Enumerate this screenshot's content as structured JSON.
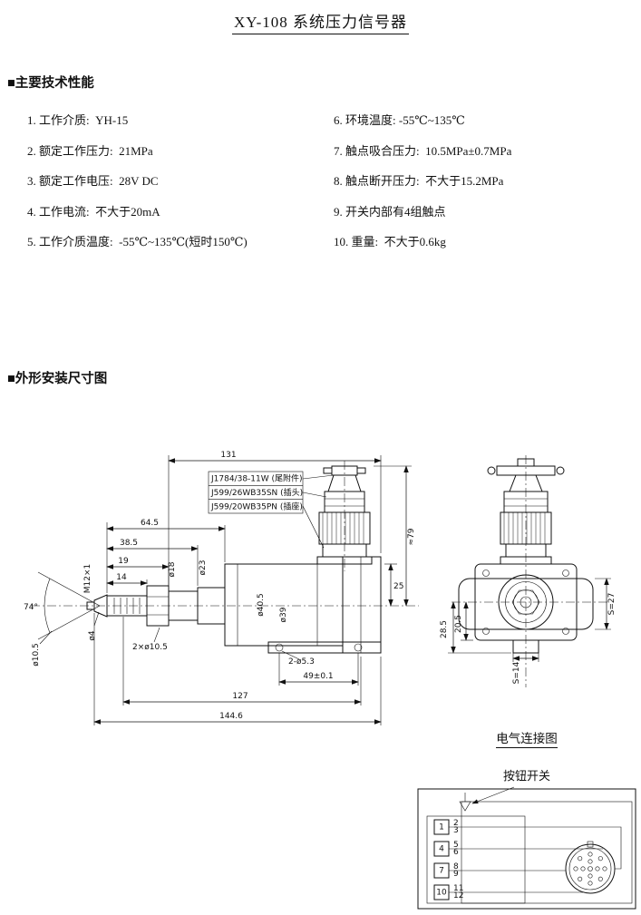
{
  "title": "XY-108 系统压力信号器",
  "specs": {
    "heading": "■主要技术性能",
    "left": [
      "1. 工作介质:  YH-15",
      "2. 额定工作压力:  21MPa",
      "3. 额定工作电压:  28V DC",
      "4. 工作电流:  不大于20mA",
      "5. 工作介质温度:  -55℃~135℃(短时150℃)"
    ],
    "right": [
      "6. 环境温度: -55℃~135℃",
      "7. 触点吸合压力:  10.5MPa±0.7MPa",
      "8. 触点断开压力:  不大于15.2MPa",
      "9. 开关内部有4组触点",
      "10. 重量:  不大于0.6kg"
    ]
  },
  "drawing": {
    "heading": "■外形安装尺寸图",
    "connector_labels": [
      "J1784/38-11W (尾附件)",
      "J599/26WB35SN (插头)",
      "J599/20WB35PN (插座)"
    ],
    "dims": {
      "top_width": "131",
      "height": "≈79",
      "d25": "25",
      "len1": "64.5",
      "len2": "38.5",
      "len3": "19",
      "len4": "14",
      "dia18": "ø18",
      "dia23": "ø23",
      "thread": "M12×1",
      "cone": "74°",
      "dia4": "ø4",
      "dia105": "ø10.5",
      "flats": "2×ø10.5",
      "dia405": "ø40.5",
      "dia39": "ø39",
      "holes": "2-ø5.3",
      "hole_span": "49±0.1",
      "len127": "127",
      "total": "144.6",
      "d285": "28.5",
      "d205": "20.5",
      "s14": "S=14",
      "s27": "S=27"
    }
  },
  "electrical": {
    "title": "电气连接图",
    "switch_label": "按钮开关",
    "groups": [
      {
        "com": "1",
        "no": "2",
        "nc": "3"
      },
      {
        "com": "4",
        "no": "5",
        "nc": "6"
      },
      {
        "com": "7",
        "no": "8",
        "nc": "9"
      },
      {
        "com": "10",
        "no": "11",
        "nc": "12"
      }
    ]
  }
}
